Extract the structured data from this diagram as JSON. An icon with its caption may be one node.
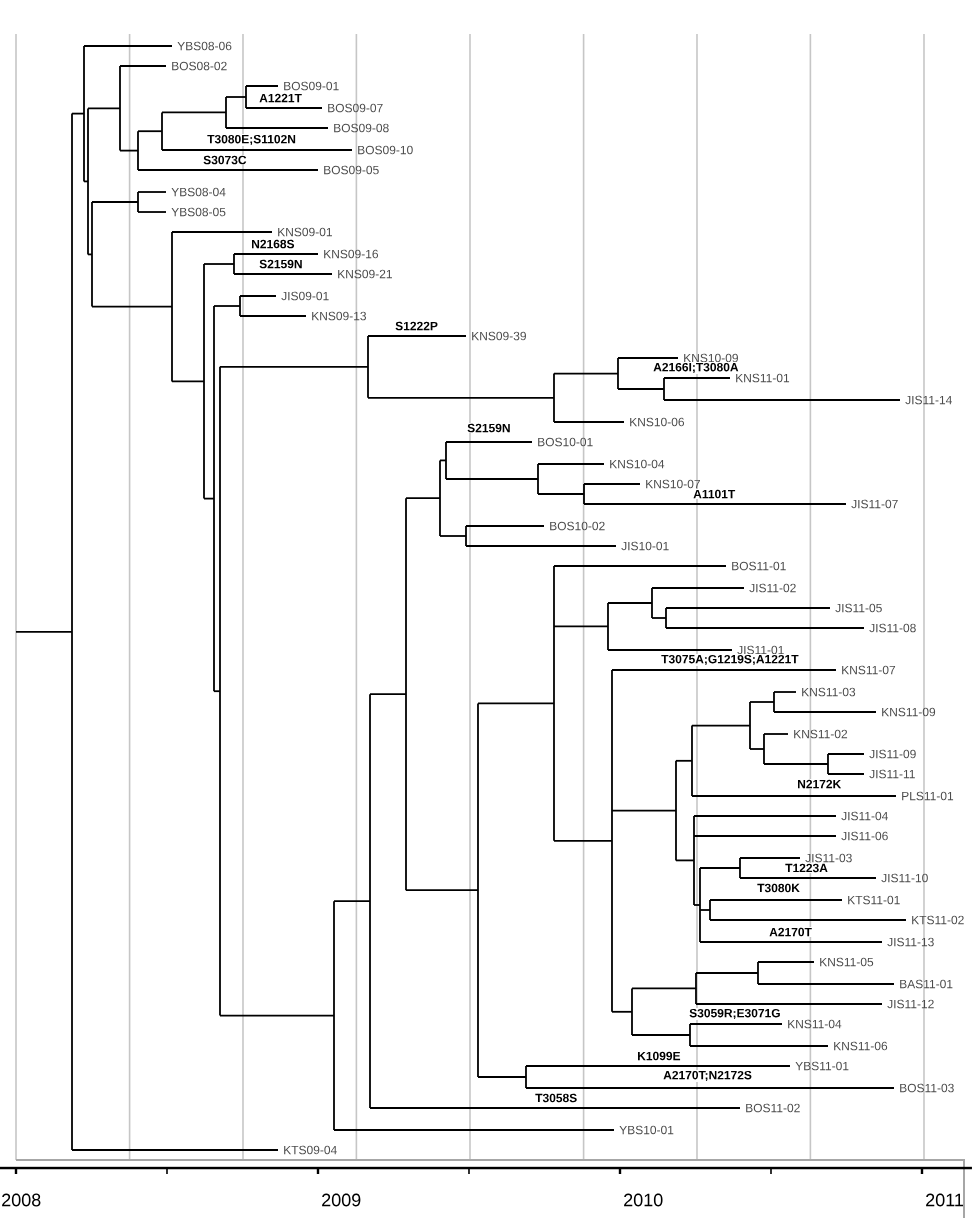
{
  "diagram": {
    "labels": [
      "YBS08-06",
      "BOS08-02",
      "BOS09-01",
      "A1221T",
      "BOS09-07",
      "BOS09-08",
      "T3080E;S1102N",
      "BOS09-10",
      "S3073C",
      "BOS09-05",
      "YBS08-04",
      "YBS08-05",
      "KNS09-01",
      "N2168S",
      "KNS09-16",
      "S2159N",
      "KNS09-21",
      "JIS09-01",
      "KNS09-13",
      "S1222P",
      "KNS09-39",
      "KNS10-09",
      "A2166I;T3080A",
      "KNS11-01",
      "JIS11-14",
      "KNS10-06",
      "S2159N",
      "BOS10-01",
      "KNS10-04",
      "KNS10-07",
      "A1101T",
      "JIS11-07",
      "BOS10-02",
      "JIS10-01",
      "BOS11-01",
      "JIS11-02",
      "JIS11-05",
      "JIS11-08",
      "JIS11-01",
      "T3075A;G1219S;A1221T",
      "KNS11-07",
      "KNS11-03",
      "KNS11-09",
      "KNS11-02",
      "JIS11-09",
      "JIS11-11",
      "N2172K",
      "PLS11-01",
      "JIS11-04",
      "JIS11-06",
      "JIS11-03",
      "T1223A",
      "JIS11-10",
      "T3080K",
      "KTS11-01",
      "KTS11-02",
      "A2170T",
      "JIS11-13",
      "KNS11-05",
      "BAS11-01",
      "JIS11-12",
      "S3059R;E3071G",
      "KNS11-04",
      "KNS11-06",
      "K1099E",
      "YBS11-01",
      "A2170T;N2172S",
      "BOS11-03",
      "T3058S",
      "BOS11-02",
      "YBS10-01",
      "KTS09-04",
      "2008",
      "2009",
      "2010",
      "2011"
    ]
  }
}
